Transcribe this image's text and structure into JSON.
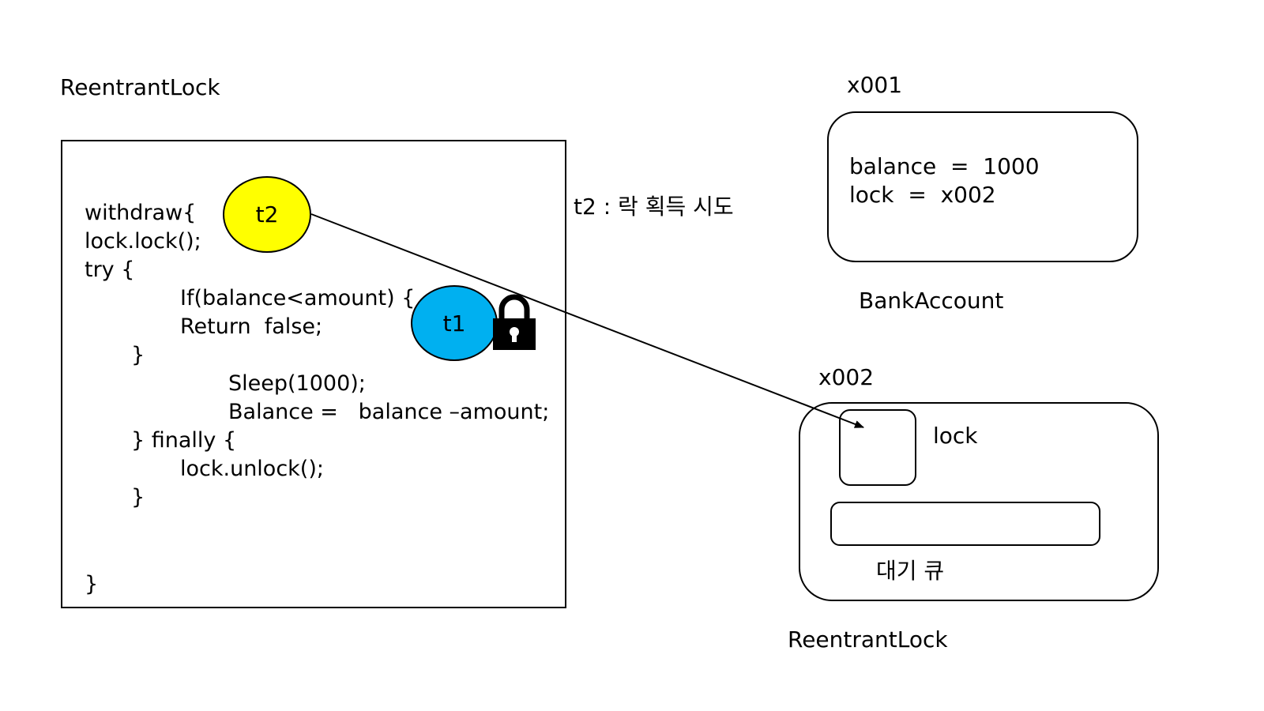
{
  "left_title": "ReentrantLock",
  "code_lines": [
    "withdraw{",
    "lock.lock();",
    "try {",
    "If(balance<amount) {",
    "Return  false;",
    "}",
    "Sleep(1000);",
    "Balance =   balance –amount;",
    "} finally {",
    "lock.unlock();",
    "}",
    "}"
  ],
  "threads": {
    "t2": {
      "label": "t2",
      "color": "#ffff00"
    },
    "t1": {
      "label": "t1",
      "color": "#00b0f0"
    }
  },
  "annotation": "t2 : 락 획득 시도",
  "account": {
    "address": "x001",
    "balance_line": "balance  =  1000",
    "lock_line": "lock  =  x002",
    "name": "BankAccount"
  },
  "reentrant_lock": {
    "address": "x002",
    "lock_label": "lock",
    "queue_label": "대기 큐",
    "name": "ReentrantLock"
  },
  "icons": {
    "lock": "padlock-icon"
  }
}
